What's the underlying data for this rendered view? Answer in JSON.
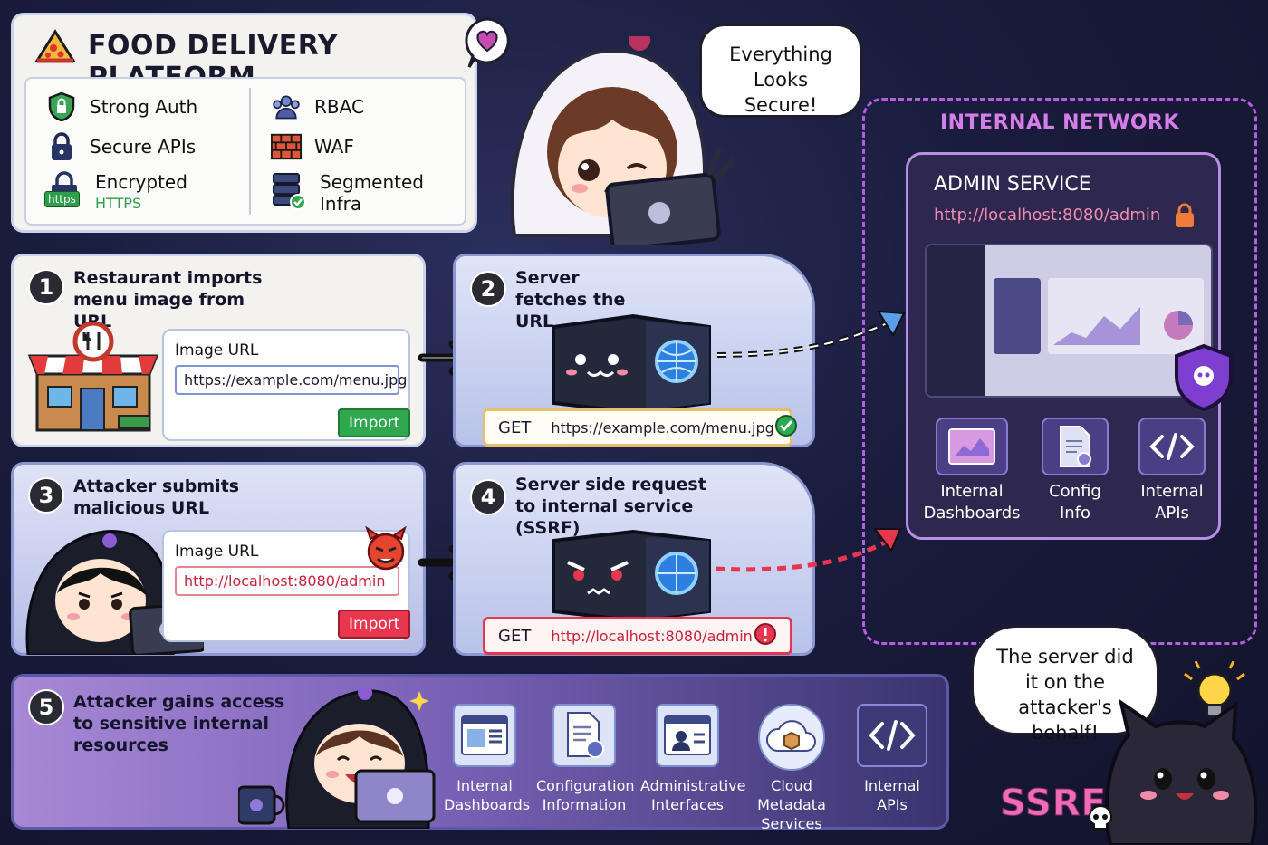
{
  "header": {
    "title": "FOOD DELIVERY PLATFORM",
    "features_left": [
      {
        "label": "Strong Auth",
        "icon": "shield-icon"
      },
      {
        "label": "Secure APIs",
        "icon": "lock-icon"
      },
      {
        "label": "Encrypted",
        "sub": "HTTPS",
        "badge": "https",
        "icon": "https-lock-icon"
      }
    ],
    "features_right": [
      {
        "label": "RBAC",
        "icon": "users-icon"
      },
      {
        "label": "WAF",
        "icon": "firewall-icon"
      },
      {
        "label": "Segmented",
        "sub": "Infra",
        "icon": "server-check-icon"
      }
    ]
  },
  "bubbles": {
    "secure": "Everything Looks Secure!",
    "behalf": "The server did it on the attacker's behalf!"
  },
  "steps": {
    "s1": {
      "num": "1",
      "text": "Restaurant imports menu image from URL",
      "field_label": "Image URL",
      "field_value": "https://example.com/menu.jpg",
      "button": "Import"
    },
    "s2": {
      "num": "2",
      "text": "Server fetches the URL",
      "method": "GET",
      "url": "https://example.com/menu.jpg"
    },
    "s3": {
      "num": "3",
      "text": "Attacker submits malicious URL",
      "field_label": "Image URL",
      "field_value": "http://localhost:8080/admin",
      "button": "Import"
    },
    "s4": {
      "num": "4",
      "text": "Server side request to internal service (SSRF)",
      "method": "GET",
      "url": "http://localhost:8080/admin"
    },
    "s5": {
      "num": "5",
      "text": "Attacker gains access to sensitive internal resources"
    }
  },
  "network": {
    "title": "INTERNAL NETWORK",
    "admin_title": "ADMIN SERVICE",
    "admin_url": "http://localhost:8080/admin",
    "items": [
      {
        "label": "Internal Dashboards",
        "icon": "dashboard-icon"
      },
      {
        "label": "Config Info",
        "icon": "config-doc-icon"
      },
      {
        "label": "Internal APIs",
        "icon": "code-icon"
      }
    ]
  },
  "resources": [
    {
      "label": "Internal Dashboards",
      "icon": "dashboard-icon"
    },
    {
      "label": "Configuration Information",
      "icon": "config-doc-icon"
    },
    {
      "label": "Administrative Interfaces",
      "icon": "admin-profile-icon"
    },
    {
      "label": "Cloud Metadata Services",
      "icon": "cloud-box-icon"
    },
    {
      "label": "Internal APIs",
      "icon": "code-icon"
    }
  ],
  "brand": {
    "label": "SSRF"
  },
  "colors": {
    "ok": "#2fa84f",
    "danger": "#e8364f",
    "accent": "#b45ee0",
    "link": "#d4336b"
  }
}
